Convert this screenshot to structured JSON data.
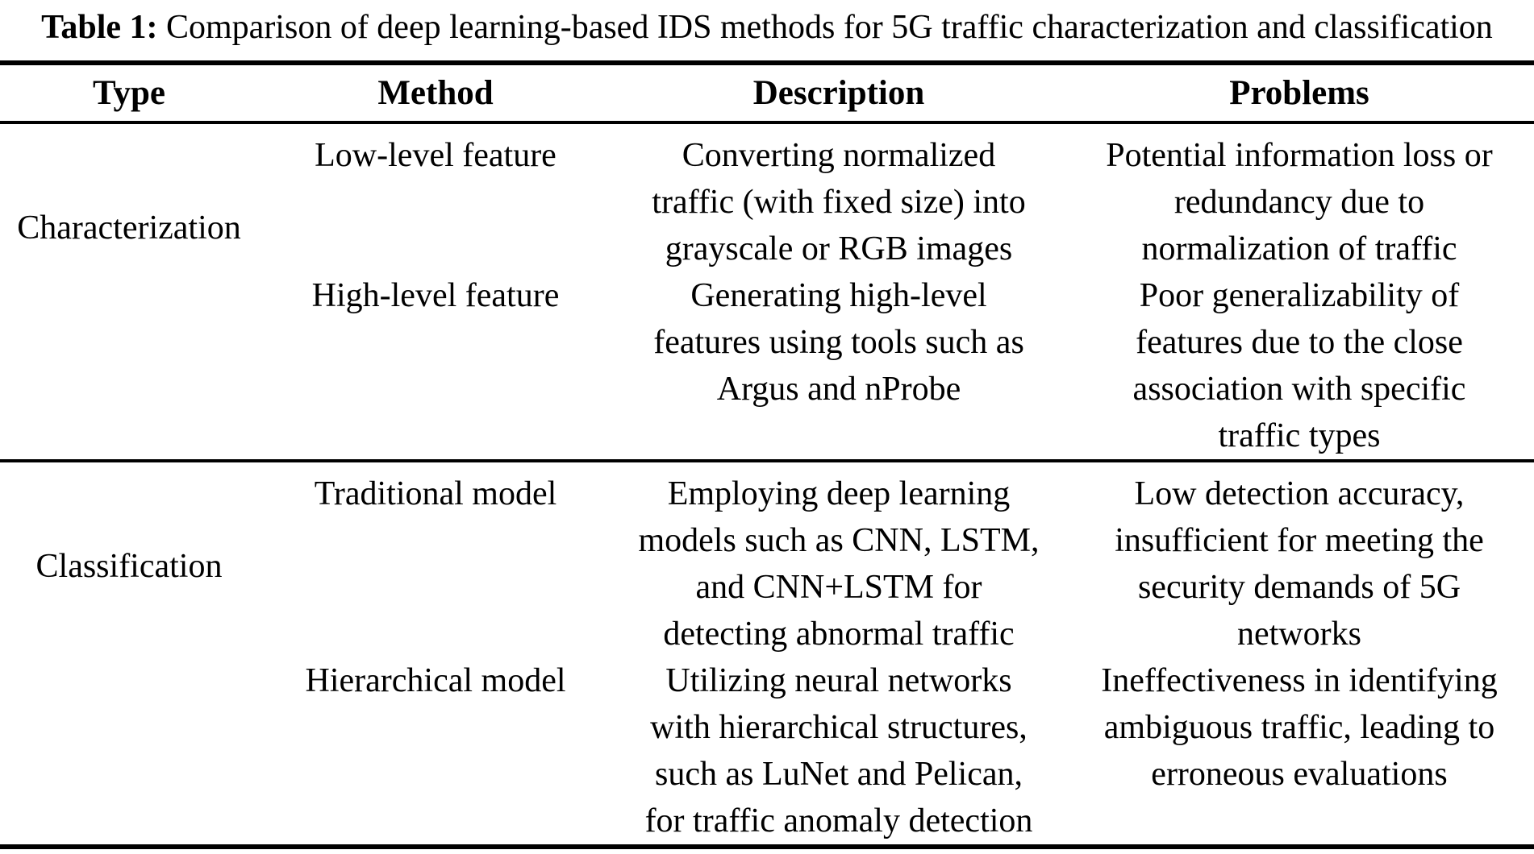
{
  "caption": {
    "label": "Table 1:",
    "text": "Comparison of deep learning-based IDS methods for 5G traffic characterization and classification"
  },
  "table": {
    "headers": [
      "Type",
      "Method",
      "Description",
      "Problems"
    ],
    "sections": [
      {
        "type": "Characterization",
        "rows": [
          {
            "method": "Low-level feature",
            "description": [
              "Converting normalized",
              "traffic (with fixed size) into",
              "grayscale or RGB images"
            ],
            "problems": [
              "Potential information loss or",
              "redundancy due to",
              "normalization of traffic"
            ]
          },
          {
            "method": "High-level feature",
            "description": [
              "Generating high-level",
              "features using tools such as",
              "Argus and nProbe"
            ],
            "problems": [
              "Poor generalizability of",
              "features due to the close",
              "association with specific",
              "traffic types"
            ]
          }
        ]
      },
      {
        "type": "Classification",
        "rows": [
          {
            "method": "Traditional model",
            "description": [
              "Employing deep learning",
              "models such as CNN, LSTM,",
              "and CNN+LSTM for",
              "detecting abnormal traffic"
            ],
            "problems": [
              "Low detection accuracy,",
              "insufficient for meeting the",
              "security demands of 5G",
              "networks"
            ]
          },
          {
            "method": "Hierarchical model",
            "description": [
              "Utilizing neural networks",
              "with hierarchical structures,",
              "such as LuNet and Pelican,",
              "for traffic anomaly detection"
            ],
            "problems": [
              "Ineffectiveness in identifying",
              "ambiguous traffic, leading to",
              "erroneous evaluations"
            ]
          }
        ]
      }
    ]
  }
}
